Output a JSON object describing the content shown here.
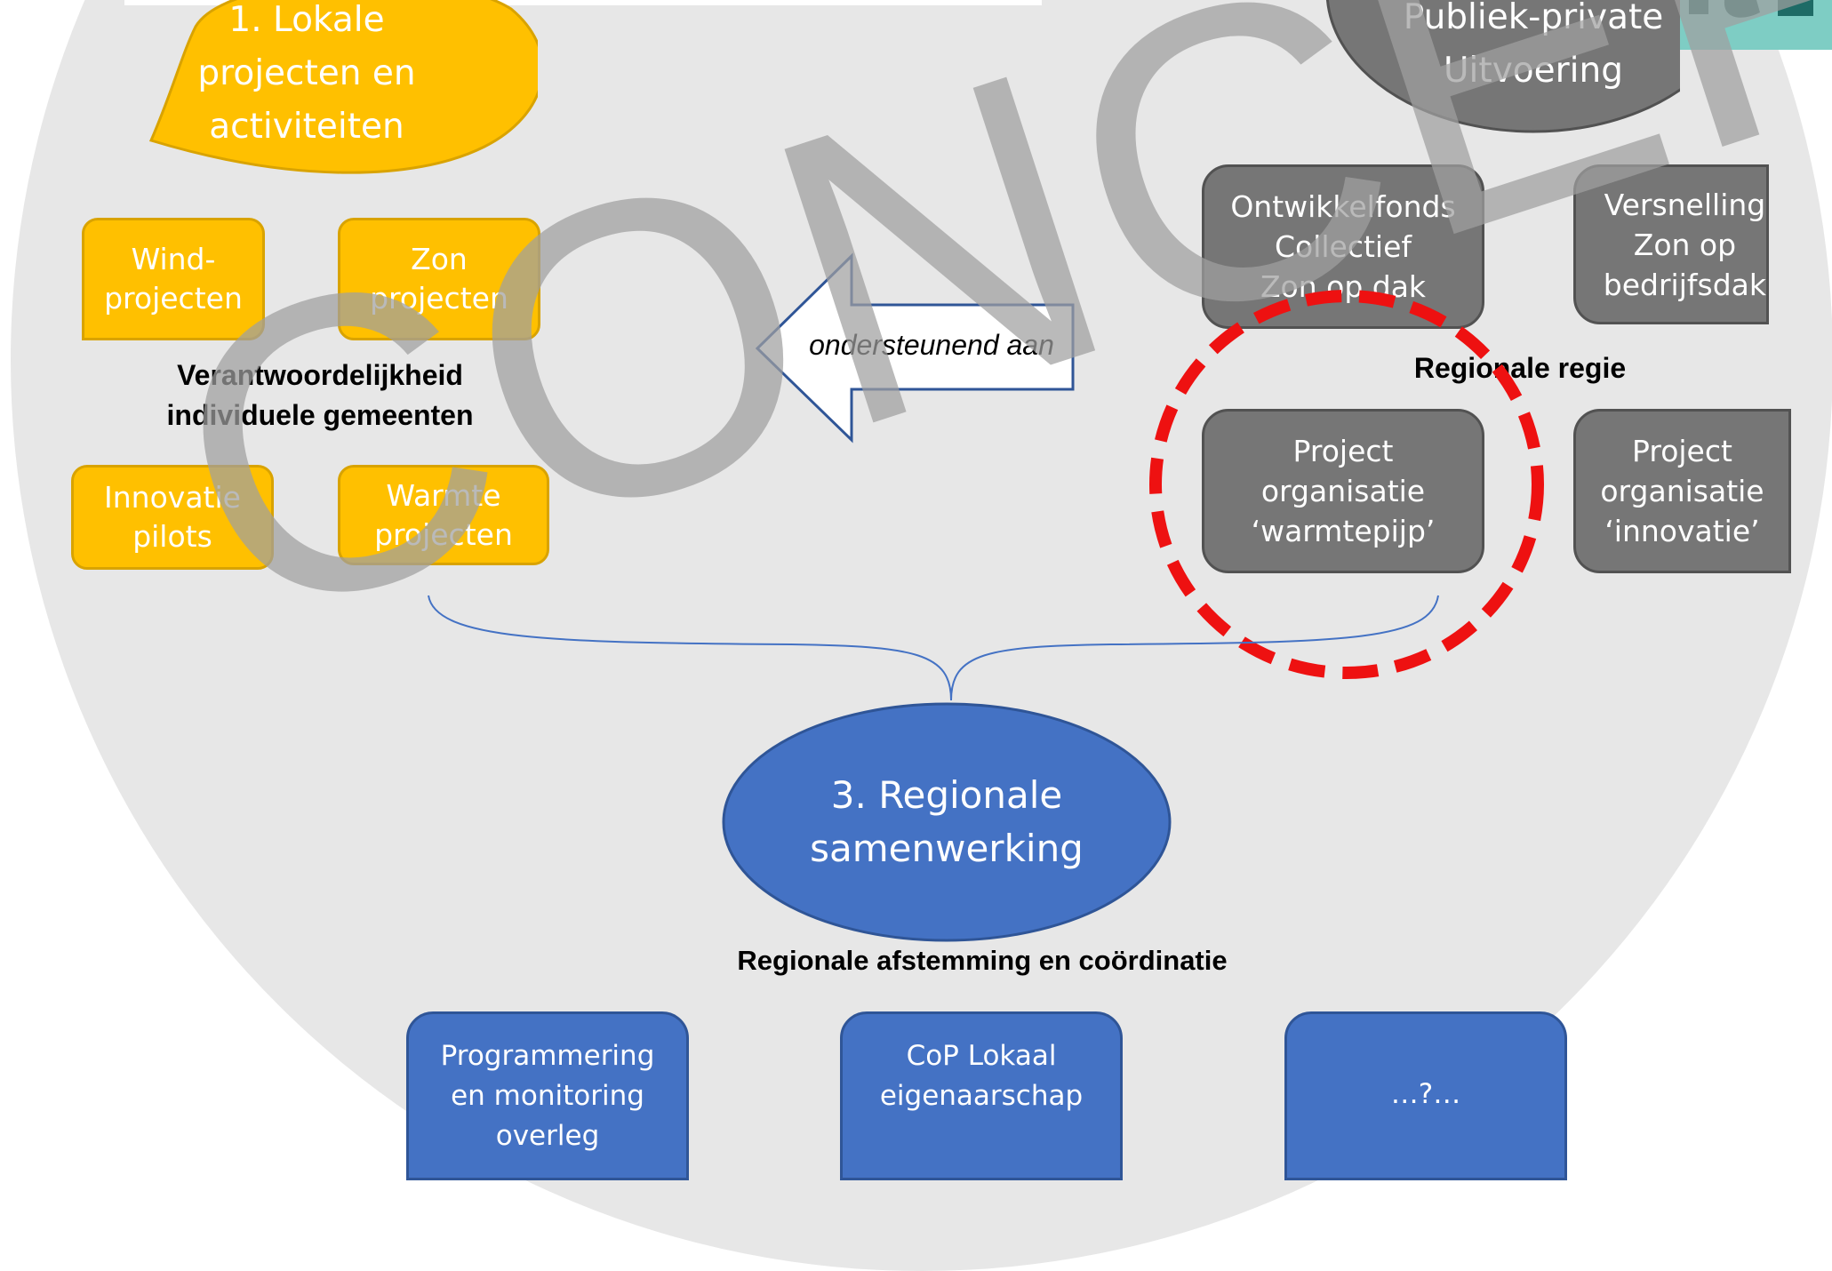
{
  "left_group": {
    "title": "1. Lokale\nprojecten en\nactiviteiten",
    "caption": "Verantwoordelijkheid\nindividuele gemeenten",
    "boxes": [
      {
        "label": "Wind-\nprojecten"
      },
      {
        "label": "Zon\nprojecten"
      },
      {
        "label": "Innovatie\npilots"
      },
      {
        "label": "Warmte\nprojecten"
      }
    ]
  },
  "arrow": {
    "label": "ondersteunend aan"
  },
  "right_group": {
    "title": "Publiek-private\nUitvoering",
    "caption": "Regionale regie",
    "boxes": [
      {
        "label": "Ontwikkelfonds\nCollectief\nZon op dak"
      },
      {
        "label": "Versnelling\nZon op\nbedrijfsdak"
      },
      {
        "label": "Project\norganisatie\n‘warmtepijp’"
      },
      {
        "label": "Project\norganisatie\n‘innovatie’"
      }
    ]
  },
  "center_group": {
    "title": "3. Regionale\nsamenwerking",
    "caption": "Regionale afstemming en coördinatie",
    "boxes": [
      {
        "label": "Programmering\nen monitoring\noverleg"
      },
      {
        "label": "CoP Lokaal\neigenaarschap"
      },
      {
        "label": "…?…"
      }
    ]
  },
  "watermark": "CONCEPT",
  "colors": {
    "background_circle": "#e7e7e7",
    "local": "#ffc000",
    "public_private": "#767676",
    "regional": "#4472c4",
    "highlight": "#ee1111",
    "logo": "#7ecdc4"
  }
}
